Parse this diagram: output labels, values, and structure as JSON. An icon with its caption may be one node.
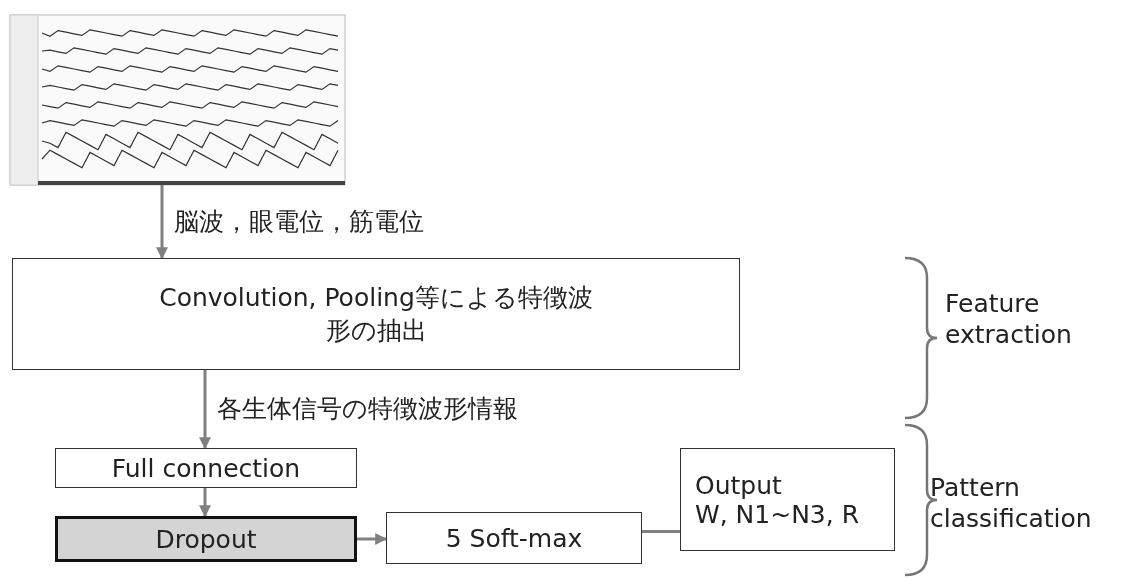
{
  "diagram": {
    "nodes": [
      {
        "text": [],
        "shape": "picture"
      },
      {
        "text": [
          "Convolution, Pooling等による特徴波形の抽出"
        ]
      },
      {
        "text": [
          "Full connection"
        ]
      },
      {
        "text": [
          "Dropout"
        ]
      },
      {
        "text": [
          "5 Soft-max"
        ]
      },
      {
        "text": [
          "Output",
          "W, N1~N3, R"
        ]
      }
    ],
    "edges": [
      {
        "from": 0,
        "to": 1,
        "arrow": "to",
        "label": "脳波，眼電位，筋電位"
      },
      {
        "from": 1,
        "to": 2,
        "arrow": "to",
        "label": "各生体信号の特徴波形情報"
      },
      {
        "from": 2,
        "to": 3,
        "arrow": "to"
      },
      {
        "from": 3,
        "to": 4,
        "arrow": "to"
      },
      {
        "from": 5,
        "to": 4,
        "arrow": "none"
      }
    ],
    "labels": [
      "Feature extraction",
      "Pattern classification"
    ]
  }
}
